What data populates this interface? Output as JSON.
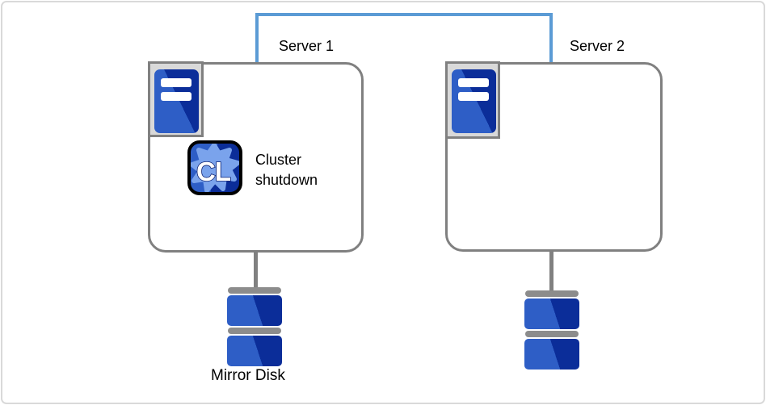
{
  "diagram": {
    "type": "cluster-architecture",
    "servers": [
      {
        "label": "Server 1"
      },
      {
        "label": "Server 2"
      }
    ],
    "interconnect": {
      "description": "link between Server 1 and Server 2"
    },
    "action": {
      "icon_text": "CL",
      "line1": "Cluster",
      "line2": "shutdown"
    },
    "storage": {
      "label": "Mirror Disk"
    }
  },
  "colors": {
    "accent_blue": "#5B9BD5",
    "box_border": "#808080",
    "icon_bg": "#D9D9D9",
    "blue_light": "#2E5EC6",
    "blue_dark": "#0B2D99",
    "bar_gray": "#8C8C8C",
    "cl_light": "#7AA3EC",
    "cl_border": "#000000",
    "frame": "#D9D9D9",
    "text": "#000000"
  }
}
